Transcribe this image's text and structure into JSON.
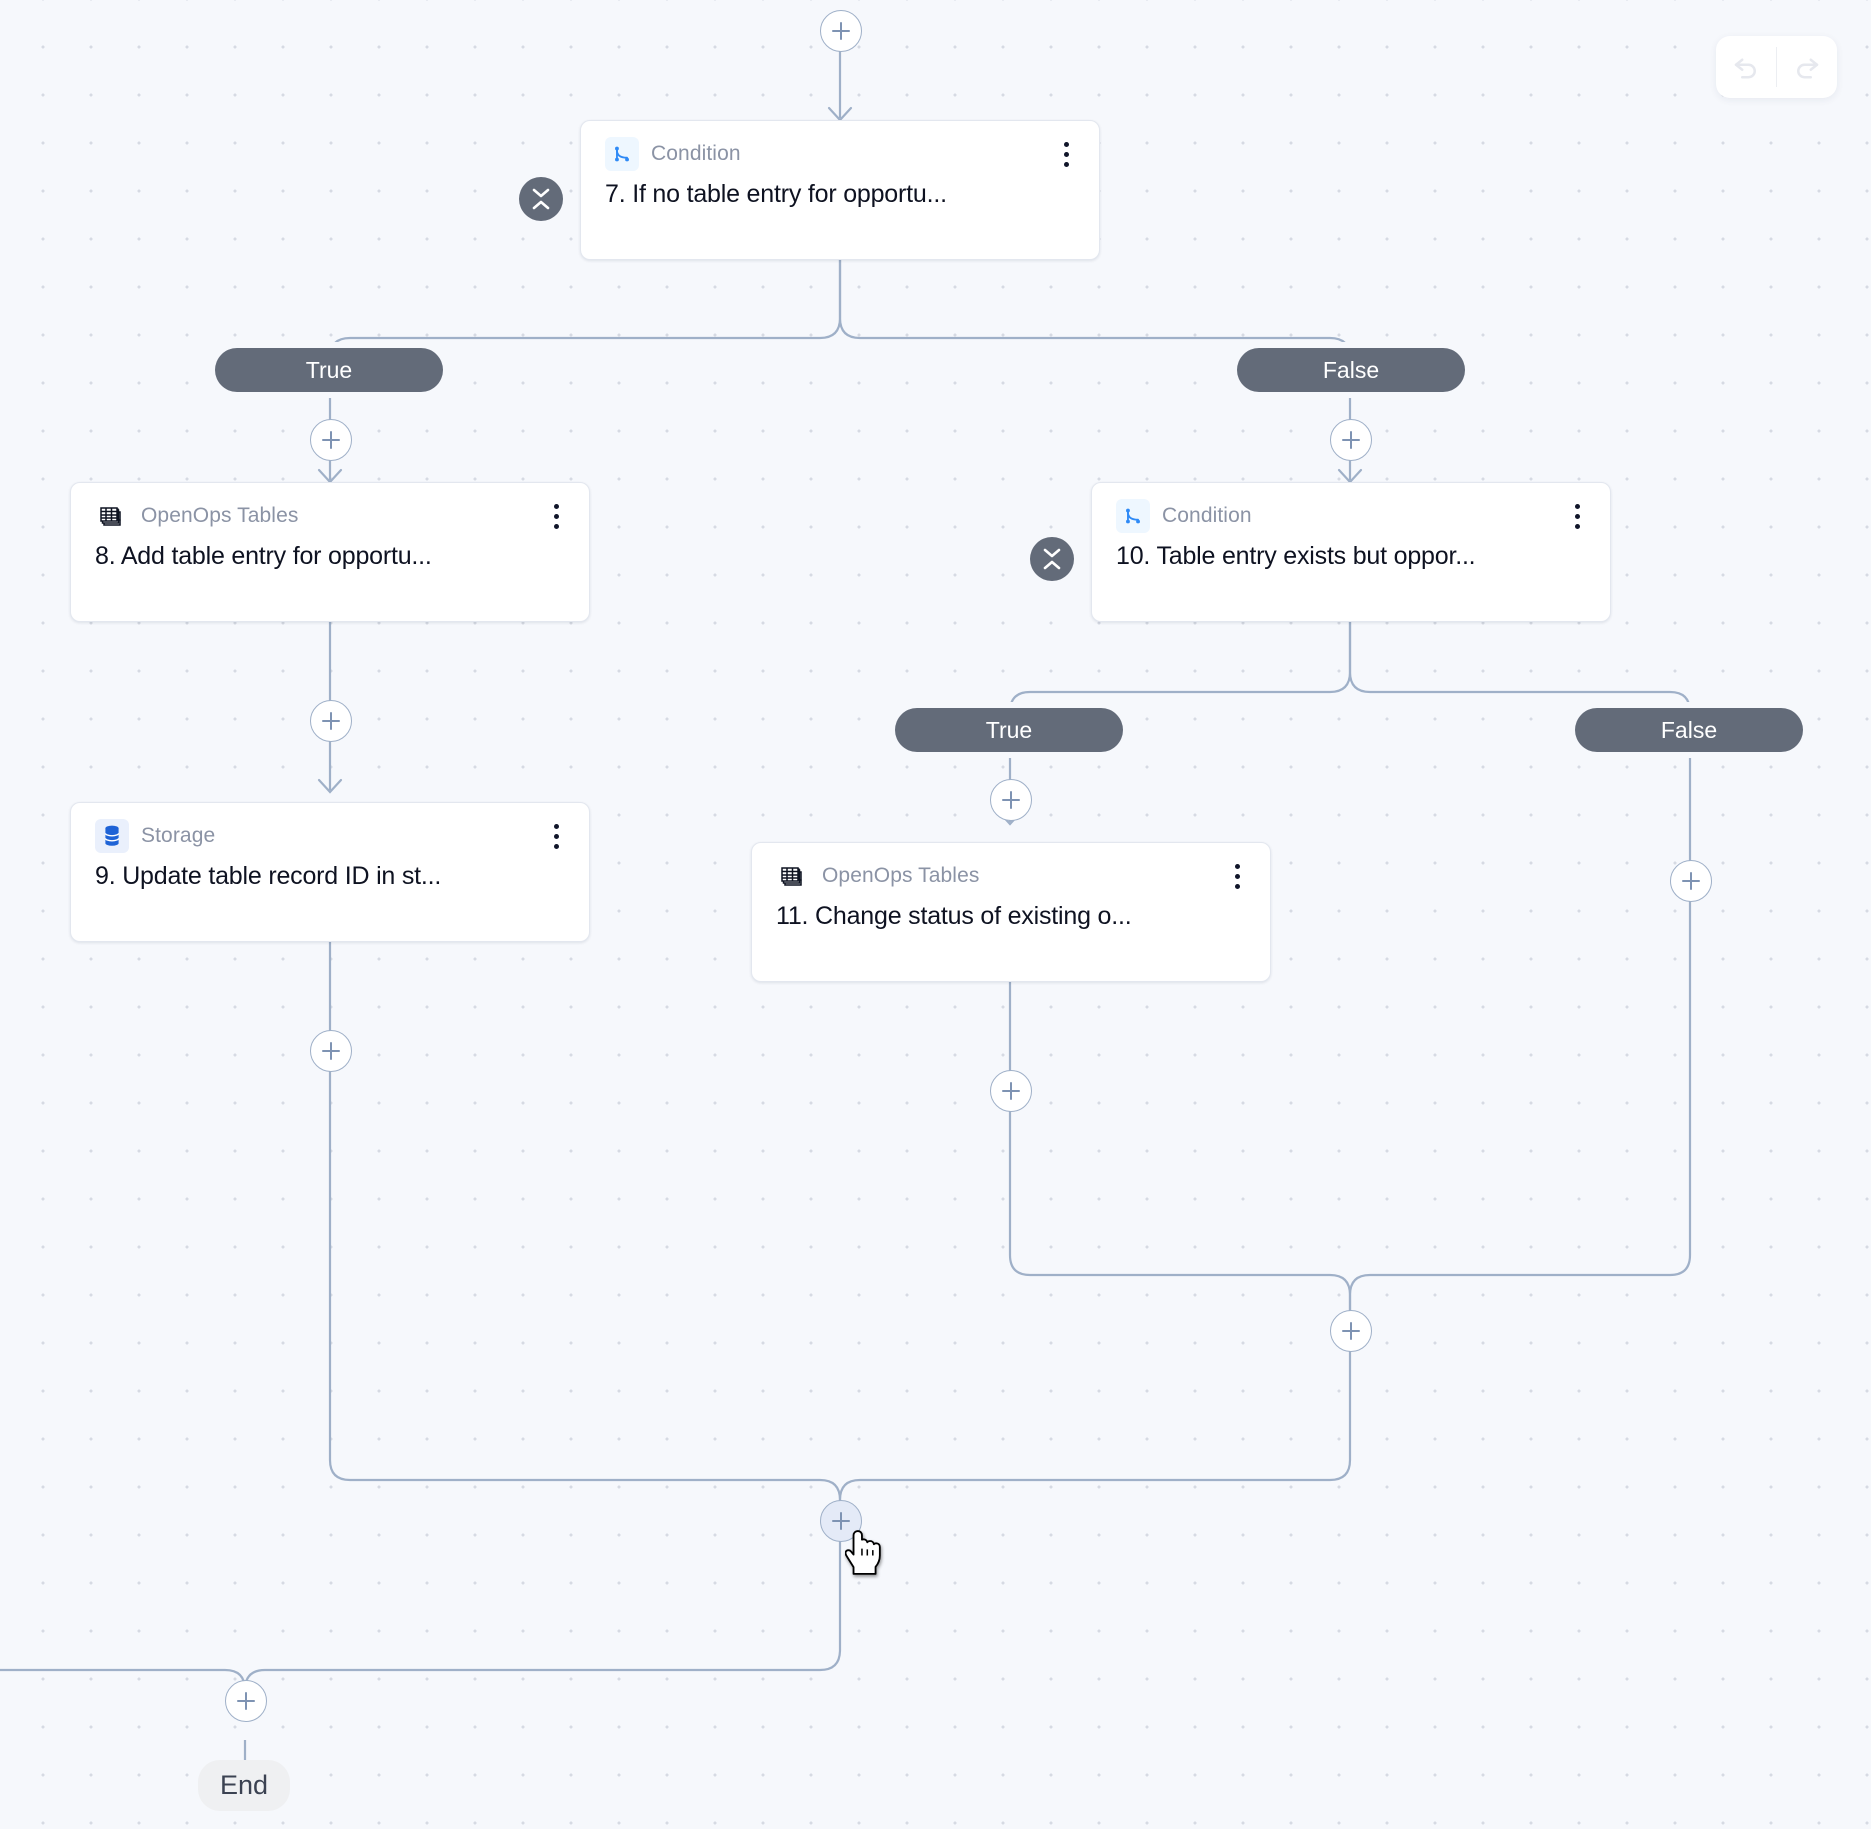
{
  "canvas": {
    "background_color": "#f6f8fc",
    "dot_color": "#d6dae3",
    "edge_color": "#9fb0c8"
  },
  "toolbar": {
    "undo_label": "undo-icon",
    "redo_label": "redo-icon",
    "disabled_color": "#e8eaef"
  },
  "nodes": [
    {
      "id": "step7",
      "type": "Condition",
      "icon": "condition-icon",
      "title": "7. If no table entry for opportu...",
      "collapsible": true
    },
    {
      "id": "step8",
      "type": "OpenOps Tables",
      "icon": "openops-tables-icon",
      "title": "8. Add table entry for opportu...",
      "collapsible": false
    },
    {
      "id": "step9",
      "type": "Storage",
      "icon": "storage-icon",
      "title": "9. Update table record ID in st...",
      "collapsible": false
    },
    {
      "id": "step10",
      "type": "Condition",
      "icon": "condition-icon",
      "title": "10. Table entry exists but oppor...",
      "collapsible": true
    },
    {
      "id": "step11",
      "type": "OpenOps Tables",
      "icon": "openops-tables-icon",
      "title": "11. Change status of existing o...",
      "collapsible": false
    }
  ],
  "branches": {
    "cond7_true": "True",
    "cond7_false": "False",
    "cond10_true": "True",
    "cond10_false": "False"
  },
  "pill_color": "#636b79",
  "terminal": {
    "end_label": "End"
  },
  "add_buttons": {
    "label": "plus-icon",
    "count": 11,
    "hovered_index": 9
  }
}
